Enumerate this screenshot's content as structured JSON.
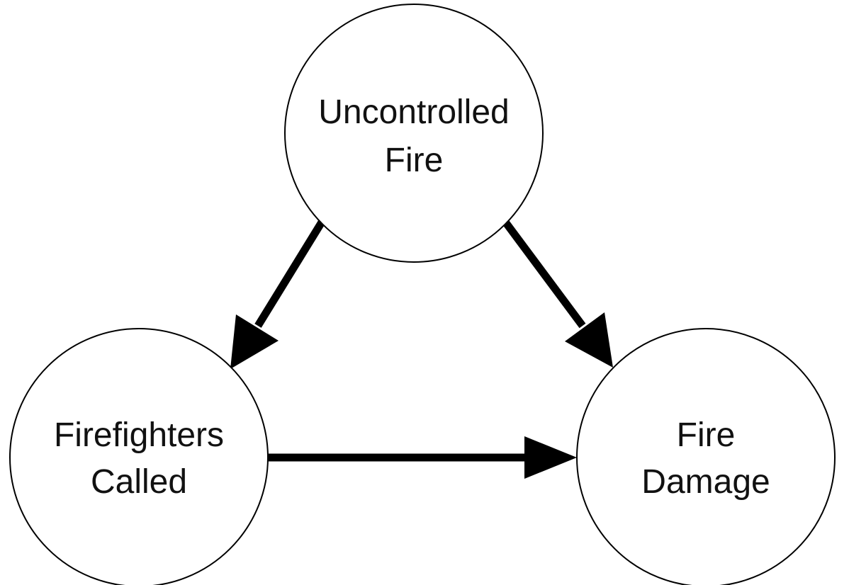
{
  "nodes": [
    {
      "id": "uncontrolled-fire",
      "label_lines": [
        "Uncontrolled",
        "Fire"
      ]
    },
    {
      "id": "firefighters-called",
      "label_lines": [
        "Firefighters",
        "Called"
      ]
    },
    {
      "id": "fire-damage",
      "label_lines": [
        "Fire",
        "Damage"
      ]
    }
  ],
  "edges": [
    {
      "from": "uncontrolled-fire",
      "to": "firefighters-called"
    },
    {
      "from": "uncontrolled-fire",
      "to": "fire-damage"
    },
    {
      "from": "firefighters-called",
      "to": "fire-damage"
    }
  ],
  "colors": {
    "stroke": "#000000",
    "fill": "#ffffff",
    "text": "#111111"
  }
}
